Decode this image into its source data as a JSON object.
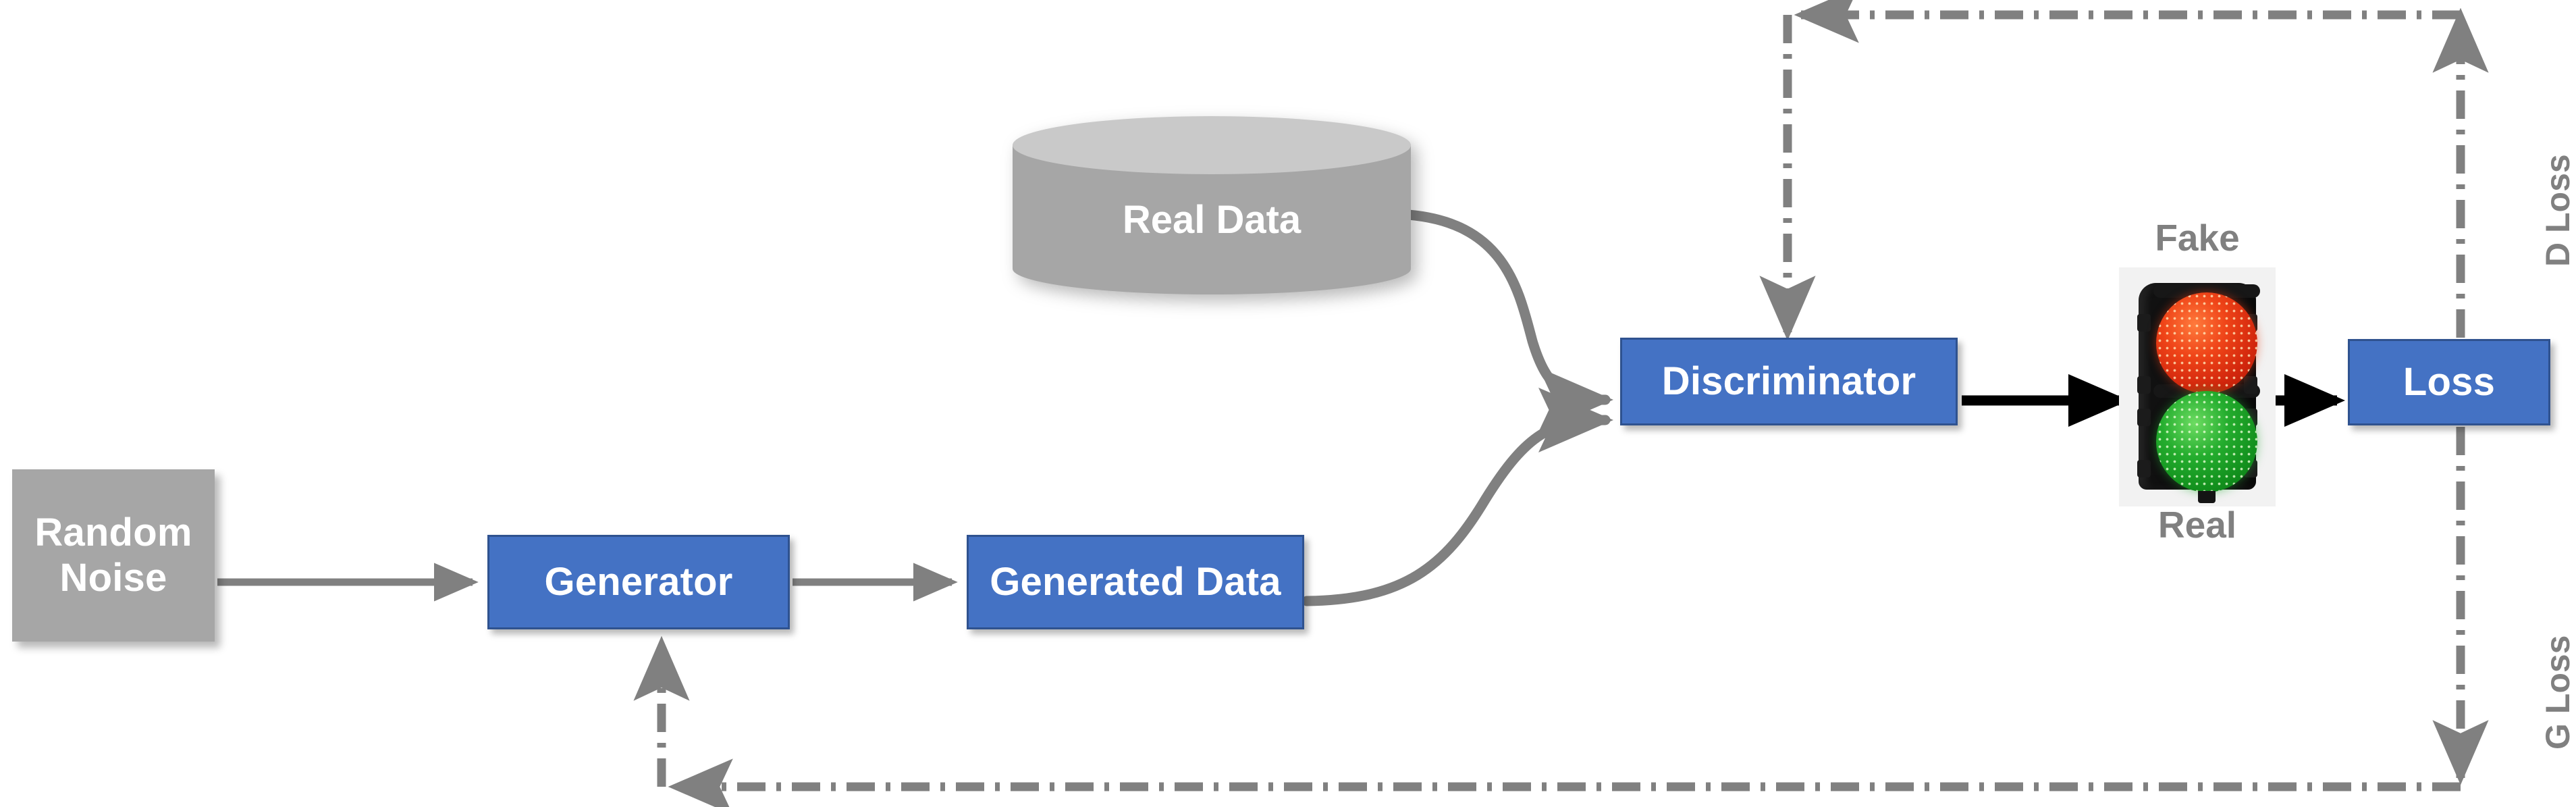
{
  "diagram": {
    "title": "Generative Adversarial Network (GAN) training loop",
    "colors": {
      "blue_fill": "#4472C4",
      "blue_border": "#2F528F",
      "gray_fill": "#A6A6A6",
      "cylinder_top": "#C9C9C9",
      "label_gray": "#808080",
      "arrow_gray": "#808080",
      "arrow_black": "#000000",
      "lamp_red": "#E0400F",
      "lamp_green": "#1AA02A",
      "background": "#FFFFFF"
    }
  },
  "nodes": {
    "random_noise": {
      "label": "Random\nNoise",
      "line1": "Random",
      "line2": "Noise",
      "shape": "rectangle",
      "fill": "gray"
    },
    "generator": {
      "label": "Generator",
      "shape": "rectangle",
      "fill": "blue"
    },
    "generated_data": {
      "label": "Generated Data",
      "shape": "rectangle",
      "fill": "blue"
    },
    "real_data": {
      "label": "Real Data",
      "shape": "cylinder",
      "fill": "gray"
    },
    "discriminator": {
      "label": "Discriminator",
      "shape": "rectangle",
      "fill": "blue"
    },
    "loss": {
      "label": "Loss",
      "shape": "rectangle",
      "fill": "blue"
    }
  },
  "traffic_light": {
    "top_label": "Fake",
    "bottom_label": "Real",
    "lamps": [
      {
        "name": "red-lamp",
        "state": "on",
        "means": "Fake"
      },
      {
        "name": "green-lamp",
        "state": "on",
        "means": "Real"
      }
    ]
  },
  "feedback": {
    "d_loss_label": "D Loss",
    "g_loss_label": "G Loss"
  },
  "edges": [
    {
      "name": "noise-to-generator",
      "from": "Random Noise",
      "to": "Generator",
      "style": "solid",
      "color": "gray"
    },
    {
      "name": "generator-to-generated-data",
      "from": "Generator",
      "to": "Generated Data",
      "style": "solid",
      "color": "gray"
    },
    {
      "name": "real-data-to-discriminator",
      "from": "Real Data",
      "to": "Discriminator",
      "style": "curved-solid",
      "color": "gray"
    },
    {
      "name": "generated-data-to-discriminator",
      "from": "Generated Data",
      "to": "Discriminator",
      "style": "curved-solid",
      "color": "gray"
    },
    {
      "name": "discriminator-to-traffic-light",
      "from": "Discriminator",
      "to": "Traffic Light",
      "style": "solid",
      "color": "black"
    },
    {
      "name": "traffic-light-to-loss",
      "from": "Traffic Light",
      "to": "Loss",
      "style": "solid",
      "color": "black"
    },
    {
      "name": "d-loss-feedback",
      "from": "Loss",
      "to": "Discriminator",
      "style": "dash-dot",
      "color": "gray",
      "label": "D Loss"
    },
    {
      "name": "g-loss-feedback",
      "from": "Loss",
      "to": "Generator",
      "style": "dash-dot",
      "color": "gray",
      "label": "G Loss"
    }
  ]
}
